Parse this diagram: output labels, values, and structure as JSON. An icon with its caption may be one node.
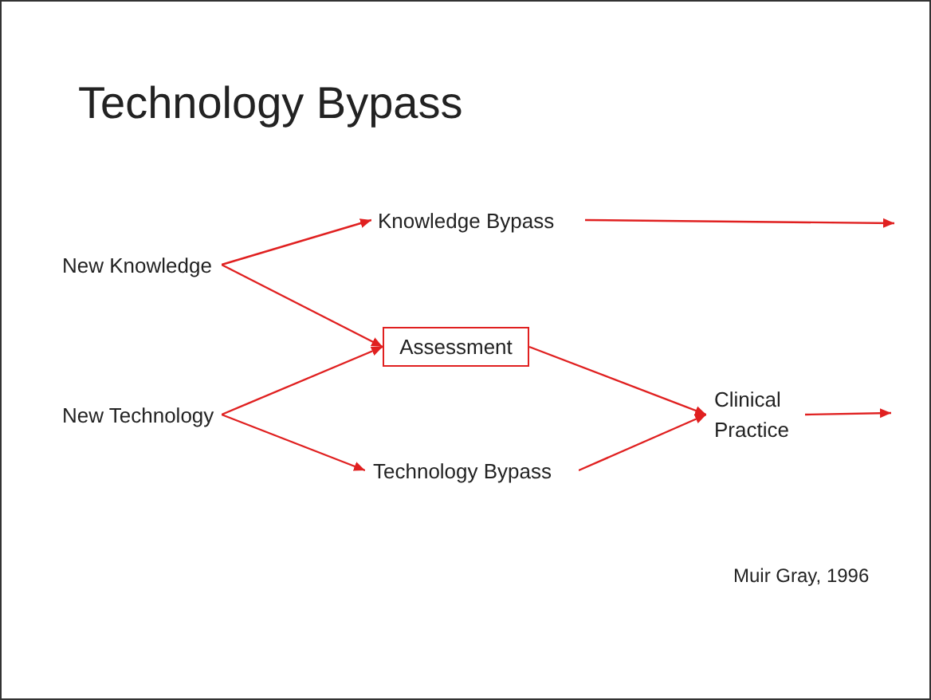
{
  "diagram": {
    "title": "Technology Bypass",
    "nodes": [
      {
        "text": [
          "New Knowledge"
        ]
      },
      {
        "text": [
          "New Technology"
        ]
      },
      {
        "text": [
          "Knowledge Bypass"
        ]
      },
      {
        "text": [
          "Assessment"
        ]
      },
      {
        "text": [
          "Technology Bypass"
        ]
      },
      {
        "text": [
          "Clinical Practice"
        ]
      }
    ],
    "edges": [
      {
        "from": 0,
        "to": 2,
        "arrow": "to"
      },
      {
        "from": 0,
        "to": 3,
        "arrow": "to"
      },
      {
        "from": 1,
        "to": 3,
        "arrow": "to"
      },
      {
        "from": 1,
        "to": 4,
        "arrow": "to"
      },
      {
        "from": 3,
        "to": 5,
        "arrow": "to"
      },
      {
        "from": 4,
        "to": 5,
        "arrow": "to"
      },
      {
        "from": 2,
        "to": null,
        "arrow": "to"
      },
      {
        "from": 5,
        "to": null,
        "arrow": "to"
      }
    ],
    "labels": [
      "Muir Gray, 1996"
    ]
  }
}
